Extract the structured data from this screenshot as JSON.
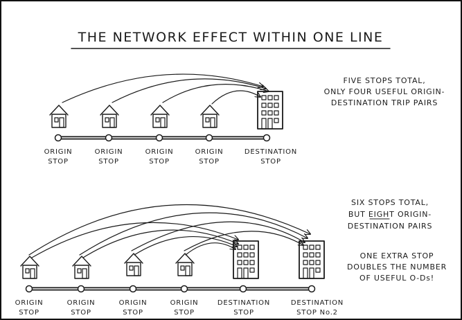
{
  "title": "THE NETWORK EFFECT WITHIN ONE LINE",
  "top": {
    "note": [
      "FIVE STOPS TOTAL,",
      "ONLY FOUR USEFUL ORIGIN-",
      "DESTINATION TRIP PAIRS"
    ],
    "stops": [
      {
        "line1": "ORIGIN",
        "line2": "STOP",
        "kind": "house"
      },
      {
        "line1": "ORIGIN",
        "line2": "STOP",
        "kind": "house"
      },
      {
        "line1": "ORIGIN",
        "line2": "STOP",
        "kind": "house"
      },
      {
        "line1": "ORIGIN",
        "line2": "STOP",
        "kind": "house"
      },
      {
        "line1": "DESTINATION",
        "line2": "STOP",
        "kind": "building"
      }
    ]
  },
  "bottom": {
    "note": [
      "SIX STOPS TOTAL,",
      "BUT EIGHT ORIGIN-",
      "DESTINATION PAIRS"
    ],
    "note2": [
      "ONE EXTRA STOP",
      "DOUBLES THE NUMBER",
      "OF USEFUL O-Ds!"
    ],
    "stops": [
      {
        "line1": "ORIGIN",
        "line2": "STOP",
        "kind": "house"
      },
      {
        "line1": "ORIGIN",
        "line2": "STOP",
        "kind": "house"
      },
      {
        "line1": "ORIGIN",
        "line2": "STOP",
        "kind": "house"
      },
      {
        "line1": "ORIGIN",
        "line2": "STOP",
        "kind": "house"
      },
      {
        "line1": "DESTINATION",
        "line2": "STOP",
        "kind": "building"
      },
      {
        "line1": "DESTINATION",
        "line2": "STOP No.2",
        "kind": "building"
      }
    ]
  }
}
